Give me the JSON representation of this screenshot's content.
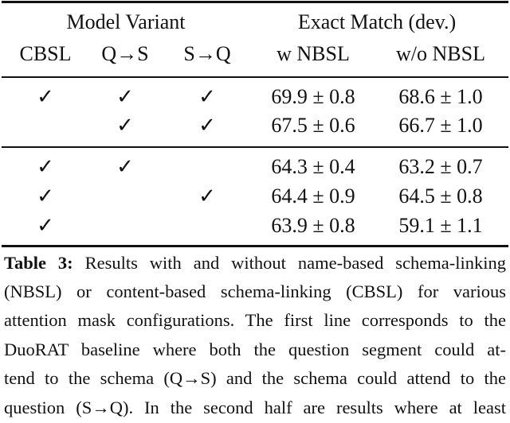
{
  "table": {
    "group_headers": [
      "Model Variant",
      "Exact Match (dev.)"
    ],
    "columns": [
      "CBSL",
      "Q→S",
      "S→Q",
      "w NBSL",
      "w/o NBSL"
    ],
    "check_glyph": "✓",
    "rows": [
      {
        "cbsl": "✓",
        "qs": "✓",
        "sq": "✓",
        "w_nbsl": "69.9 ± 0.8",
        "wo_nbsl": "68.6 ± 1.0"
      },
      {
        "cbsl": "",
        "qs": "✓",
        "sq": "✓",
        "w_nbsl": "67.5 ± 0.6",
        "wo_nbsl": "66.7 ± 1.0"
      },
      {
        "cbsl": "✓",
        "qs": "✓",
        "sq": "",
        "w_nbsl": "64.3 ± 0.4",
        "wo_nbsl": "63.2 ± 0.7"
      },
      {
        "cbsl": "✓",
        "qs": "",
        "sq": "✓",
        "w_nbsl": "64.4 ± 0.9",
        "wo_nbsl": "64.5 ± 0.8"
      },
      {
        "cbsl": "✓",
        "qs": "",
        "sq": "",
        "w_nbsl": "63.9 ± 0.8",
        "wo_nbsl": "59.1 ± 1.1"
      }
    ]
  },
  "caption": {
    "label": "Table 3:",
    "lines": [
      " Results with and without name-based schema-linking",
      "(NBSL) or content-based schema-linking (CBSL) for various",
      "attention mask configurations. The first line corresponds to the",
      "DuoRAT baseline where both the question segment could at-",
      "tend to the schema (Q→S) and the schema could attend to the",
      "question (S→Q). In the second half are results where at least"
    ]
  }
}
